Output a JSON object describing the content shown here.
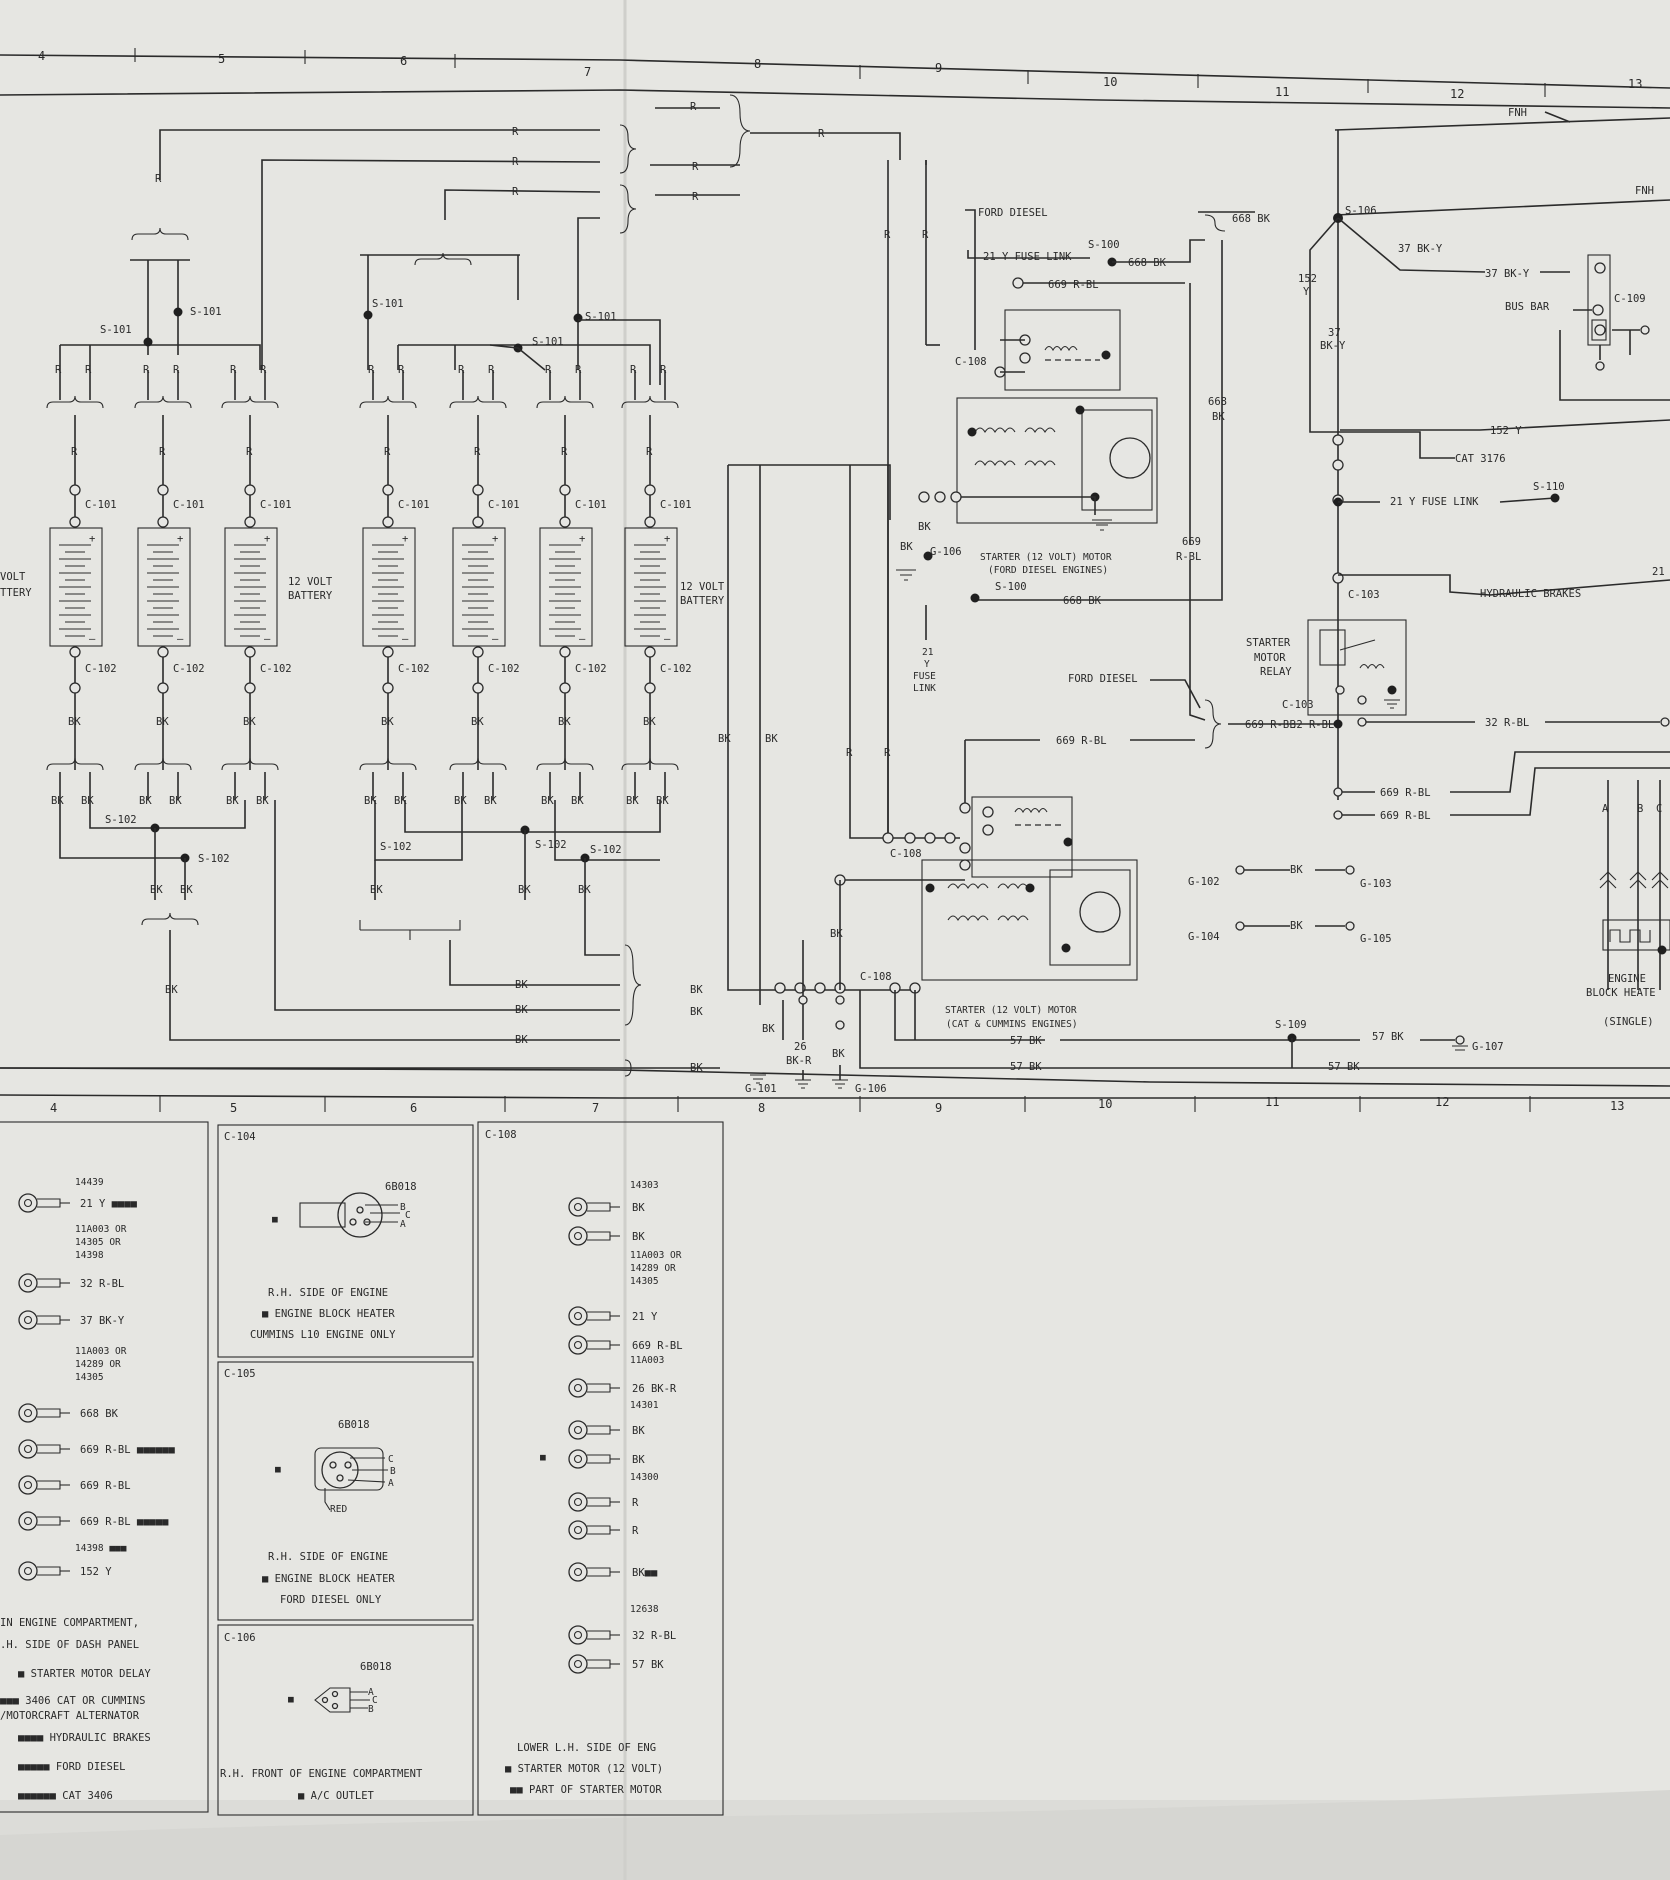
{
  "grid_top": [
    "4",
    "5",
    "6",
    "7",
    "8",
    "9",
    "10",
    "11",
    "12",
    "13"
  ],
  "grid_bottom": [
    "4",
    "5",
    "6",
    "7",
    "8",
    "9",
    "10",
    "11",
    "12",
    "13"
  ],
  "splices": {
    "s101": "S-101",
    "s102": "S-102",
    "s100": "S-100",
    "s106": "S-106",
    "s109": "S-109",
    "s110": "S-110"
  },
  "connectors": {
    "c101": "C-101",
    "c102": "C-102",
    "c103": "C-103",
    "c108": "C-108",
    "c109": "C-109"
  },
  "grounds": {
    "g101": "G-101",
    "g102": "G-102",
    "g103": "G-103",
    "g104": "G-104",
    "g105": "G-105",
    "g106": "G-106",
    "g107": "G-107"
  },
  "wire_labels": {
    "r": "R",
    "bk": "BK",
    "bk_r": "BK-R",
    "w26": "26",
    "w668": "668 BK",
    "w669": "669 R-BL",
    "w21": "21 Y FUSE LINK",
    "w37": "37 BK-Y",
    "w37b": "37",
    "w37c": "BK-Y",
    "w152": "152 Y",
    "w152a": "152",
    "w152b": "Y",
    "w32": "32 R-BL",
    "w57": "57 BK",
    "fnh": "FNH",
    "fnh2": "FNH",
    "w668a": "668",
    "w668b": "BK",
    "w669a": "669",
    "w669b": "R-BL",
    "w21a": "21",
    "w21b": "Y",
    "w21c": "FUSE",
    "w21d": "LINK",
    "w21e": "21"
  },
  "labels": {
    "battery_12v_a": "12 VOLT",
    "battery_12v_b": "BATTERY",
    "battery_left_a": "VOLT",
    "battery_left_b": "TTERY",
    "ford_diesel": "FORD DIESEL",
    "starter_ford": "STARTER (12 VOLT) MOTOR",
    "starter_ford_sub": "(FORD DIESEL ENGINES)",
    "starter_cat": "STARTER (12 VOLT) MOTOR",
    "starter_cat_sub": "(CAT & CUMMINS ENGINES)",
    "bus_bar": "BUS BAR",
    "cat_3176": "CAT 3176",
    "hydraulic_brakes": "HYDRAULIC BRAKES",
    "starter_motor_relay_a": "STARTER",
    "starter_motor_relay_b": "MOTOR",
    "starter_motor_relay_c": "RELAY",
    "engine_block_heater_a": "ENGINE",
    "engine_block_heater_b": "BLOCK HEATE",
    "single": "(SINGLE)",
    "abc_a": "A",
    "abc_b": "B",
    "abc_c": "C",
    "w21_right": "21"
  },
  "panel_c1": {
    "rows": [
      {
        "part": "14439",
        "wire": "21 Y ■■■■"
      },
      {
        "part": "11A003 OR\n14305 OR\n14398",
        "wire": "32 R-BL"
      },
      {
        "part": "",
        "wire": "37 BK-Y"
      },
      {
        "part": "11A003 OR\n14289 OR\n14305",
        "wire": "668 BK"
      },
      {
        "part": "",
        "wire": "669 R-BL ■■■■■■"
      },
      {
        "part": "",
        "wire": "669 R-BL"
      },
      {
        "part": "",
        "wire": "669 R-BL ■■■■■"
      },
      {
        "part": "14398 ■■■",
        "wire": "152 Y"
      }
    ],
    "notes": [
      "IN ENGINE COMPARTMENT,",
      ".H. SIDE OF DASH PANEL",
      "■ STARTER MOTOR DELAY",
      "■■■ 3406 CAT OR CUMMINS",
      "/MOTORCRAFT ALTERNATOR",
      "■■■■ HYDRAULIC BRAKES",
      "■■■■■ FORD DIESEL",
      "■■■■■■ CAT 3406"
    ]
  },
  "panel_c104": {
    "title": "C-104",
    "part": "6B018",
    "pins": [
      "B",
      "C",
      "A"
    ],
    "star": "■",
    "notes": [
      "R.H. SIDE OF ENGINE",
      "■ ENGINE BLOCK HEATER",
      "CUMMINS L10 ENGINE ONLY"
    ]
  },
  "panel_c105": {
    "title": "C-105",
    "part": "6B018",
    "pins": [
      "C",
      "B",
      "A"
    ],
    "star": "■",
    "red": "RED",
    "notes": [
      "R.H. SIDE OF ENGINE",
      "■ ENGINE BLOCK HEATER",
      "FORD DIESEL ONLY"
    ]
  },
  "panel_c106": {
    "title": "C-106",
    "part": "6B018",
    "pins": [
      "A",
      "C",
      "B"
    ],
    "star": "■",
    "notes": [
      "R.H. FRONT OF ENGINE COMPARTMENT",
      "■ A/C OUTLET"
    ]
  },
  "panel_c108": {
    "title": "C-108",
    "groups": [
      {
        "part": "14303",
        "wires": [
          "BK",
          "BK"
        ]
      },
      {
        "part": "11A003 OR\n14289 OR\n14305",
        "wires": [
          "21 Y",
          "669 R-BL"
        ]
      },
      {
        "part": "11A003",
        "wires": [
          "26 BK-R"
        ]
      },
      {
        "part": "14301",
        "wires": [
          "BK",
          "BK"
        ]
      },
      {
        "part": "14300",
        "wires": [
          "R",
          "R"
        ]
      },
      {
        "part": "",
        "wires": [
          "BK■■"
        ]
      },
      {
        "part": "12638",
        "wires": [
          "32 R-BL",
          "57 BK"
        ]
      }
    ],
    "star": "■",
    "notes": [
      "LOWER L.H. SIDE OF ENG",
      "■ STARTER MOTOR (12 VOLT)",
      "■■ PART OF STARTER MOTOR"
    ]
  }
}
